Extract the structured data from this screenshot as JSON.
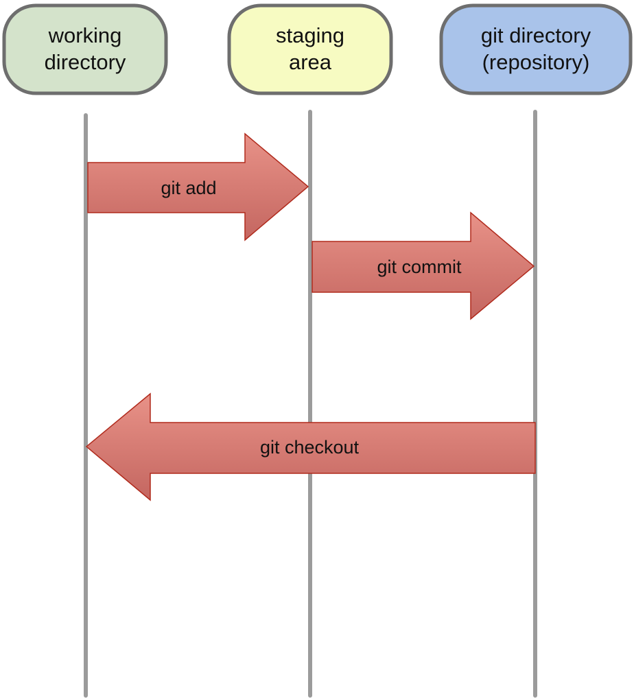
{
  "colors": {
    "working_fill": "#d4e3cb",
    "staging_fill": "#f7fbc2",
    "repository_fill": "#a9c3ea",
    "node_border": "#6e6e6e",
    "lifeline": "#9b9b9b",
    "arrow_fill_light": "#e89288",
    "arrow_fill_dark": "#c46660",
    "arrow_border": "#b02a1c"
  },
  "nodes": {
    "working": {
      "line1": "working",
      "line2": "directory"
    },
    "staging": {
      "line1": "staging",
      "line2": "area"
    },
    "repository": {
      "line1": "git directory",
      "line2": "(repository)"
    }
  },
  "arrows": {
    "add": {
      "label": "git add"
    },
    "commit": {
      "label": "git commit"
    },
    "checkout": {
      "label": "git checkout"
    }
  }
}
